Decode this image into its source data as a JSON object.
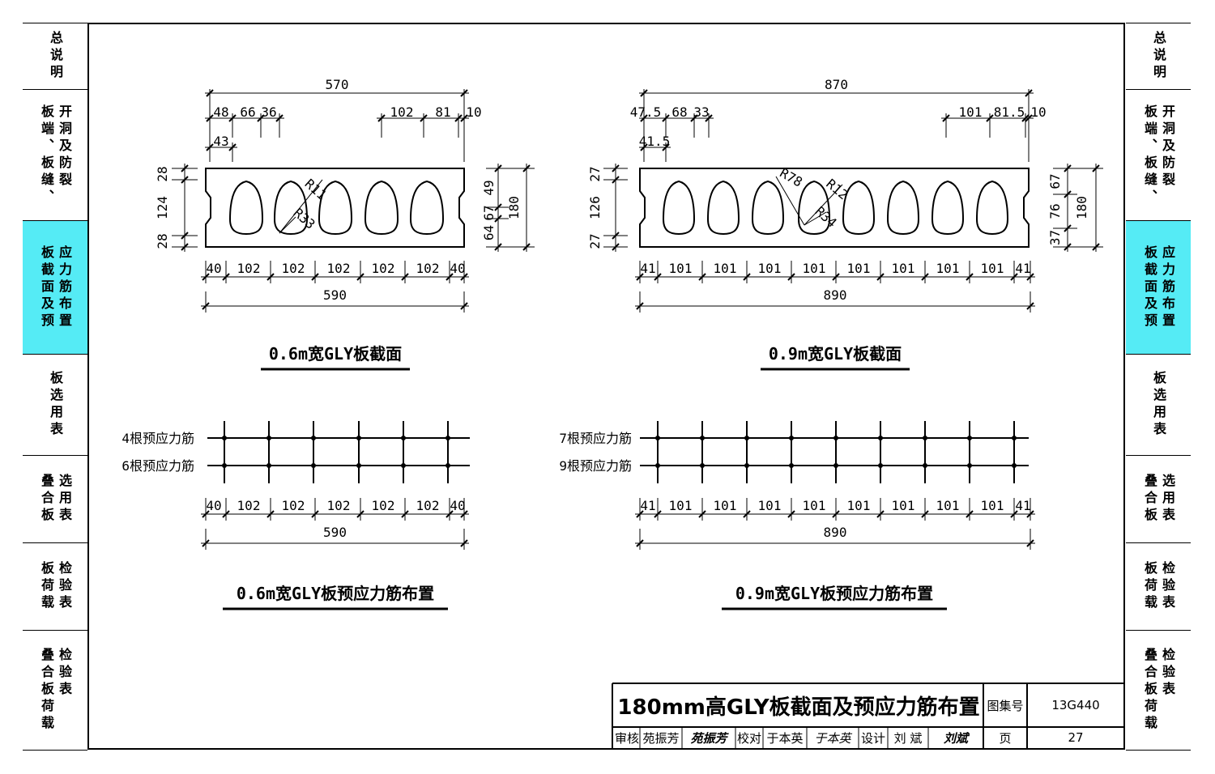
{
  "left_tabs": [
    {
      "cols": [
        "总说明"
      ]
    },
    {
      "cols": [
        "板端、板缝、",
        "开洞及防裂"
      ]
    },
    {
      "cols": [
        "板截面及预",
        "应力筋布置"
      ]
    },
    {
      "cols": [
        "板选用表"
      ]
    },
    {
      "cols": [
        "叠合板",
        "选用表"
      ]
    },
    {
      "cols": [
        "板荷载",
        "检验表"
      ]
    },
    {
      "cols": [
        "叠合板荷载",
        "检验表"
      ]
    }
  ],
  "right_tabs": [
    {
      "cols": [
        "总说明"
      ]
    },
    {
      "cols": [
        "板端、板缝、",
        "开洞及防裂"
      ]
    },
    {
      "cols": [
        "板截面及预",
        "应力筋布置"
      ]
    },
    {
      "cols": [
        "板选用表"
      ]
    },
    {
      "cols": [
        "叠合板",
        "选用表"
      ]
    },
    {
      "cols": [
        "板荷载",
        "检验表"
      ]
    },
    {
      "cols": [
        "叠合板荷载",
        "检验表"
      ]
    }
  ],
  "active_tab_index": 2,
  "active_color": "#55ebf5",
  "section_06": {
    "title": "0.6m宽GLY板截面",
    "top_total": "570",
    "top_dims": [
      "48",
      "66",
      "36",
      "102",
      "81",
      "10"
    ],
    "sub_dim": "43",
    "left_dims": [
      "28",
      "124",
      "28"
    ],
    "right_dims": [
      "49",
      "67",
      "64"
    ],
    "right_total": "180",
    "radii": [
      "R11",
      "R33"
    ],
    "bottom_dims": [
      "40",
      "102",
      "102",
      "102",
      "102",
      "102",
      "40"
    ],
    "bottom_total": "590"
  },
  "section_09": {
    "title": "0.9m宽GLY板截面",
    "top_total": "870",
    "top_dims": [
      "47.5",
      "68",
      "33",
      "101",
      "81.5",
      "10"
    ],
    "sub_dim": "41.5",
    "left_dims": [
      "27",
      "126",
      "27"
    ],
    "right_dims": [
      "67",
      "76",
      "37"
    ],
    "right_total": "180",
    "radii": [
      "R78",
      "R12",
      "R34"
    ],
    "bottom_dims": [
      "41",
      "101",
      "101",
      "101",
      "101",
      "101",
      "101",
      "101",
      "101",
      "41"
    ],
    "bottom_total": "890"
  },
  "tendon_06": {
    "title": "0.6m宽GLY板预应力筋布置",
    "row_labels": [
      "4根预应力筋",
      "6根预应力筋"
    ],
    "bottom_dims": [
      "40",
      "102",
      "102",
      "102",
      "102",
      "102",
      "40"
    ],
    "bottom_total": "590"
  },
  "tendon_09": {
    "title": "0.9m宽GLY板预应力筋布置",
    "row_labels": [
      "7根预应力筋",
      "9根预应力筋"
    ],
    "bottom_dims": [
      "41",
      "101",
      "101",
      "101",
      "101",
      "101",
      "101",
      "101",
      "101",
      "41"
    ],
    "bottom_total": "890"
  },
  "title_block": {
    "main_title": "180mm高GLY板截面及预应力筋布置",
    "atlas_label": "图集号",
    "atlas_no": "13G440",
    "page_label": "页",
    "page_no": "27",
    "review_label": "审核",
    "reviewer": "苑振芳",
    "reviewer_sign": "苑振芳",
    "check_label": "校对",
    "checker": "于本英",
    "checker_sign": "于本英",
    "design_label": "设计",
    "designer": "刘 斌",
    "designer_sign": "刘斌"
  }
}
